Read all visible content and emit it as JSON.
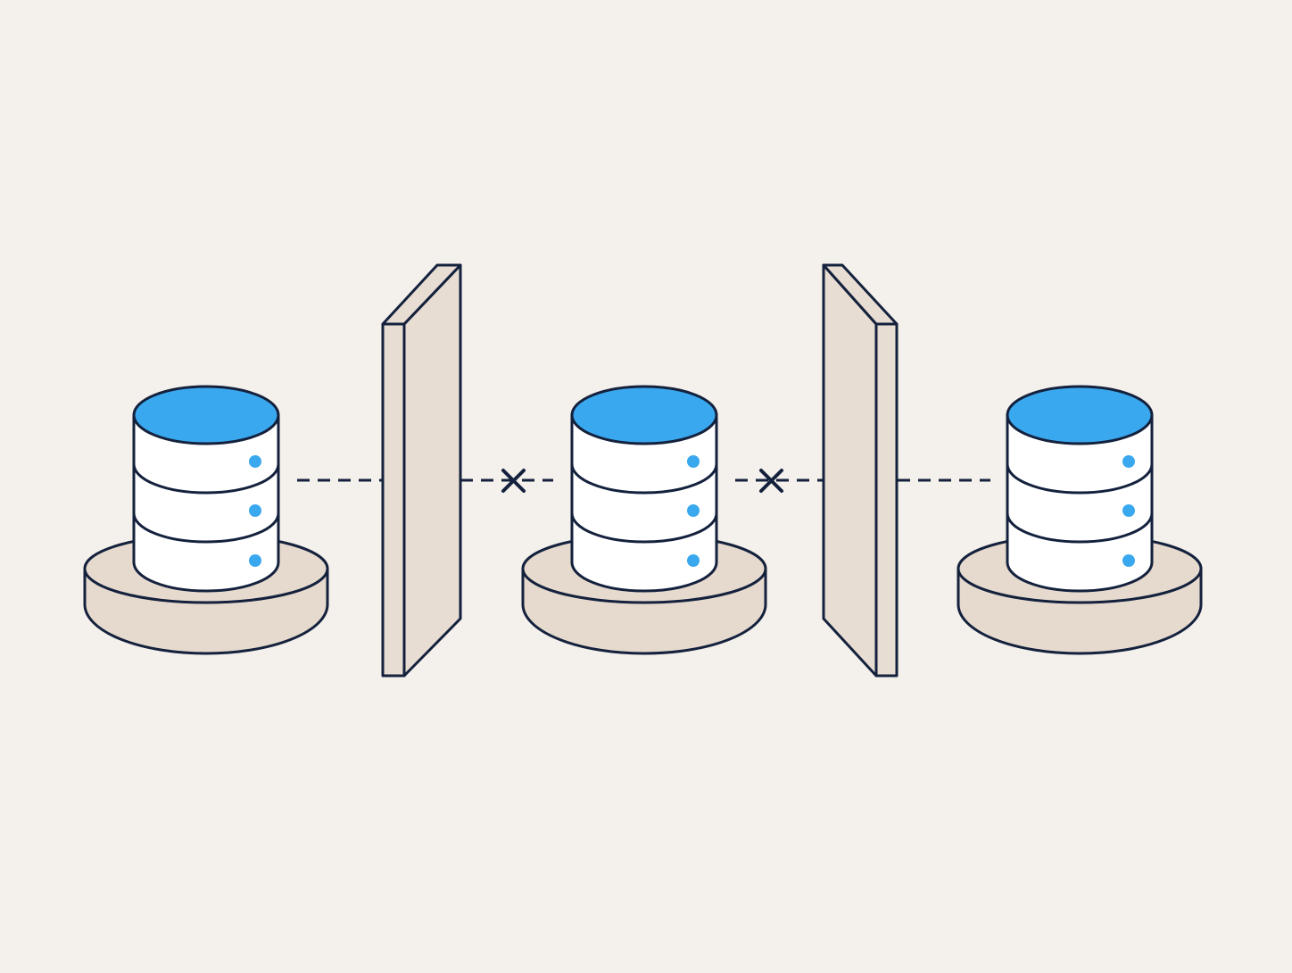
{
  "colors": {
    "background": "#f4f0eb",
    "outline": "#14213d",
    "disk_top": "#3aa8ee",
    "disk_body": "#ffffff",
    "indicator": "#3aa8ee",
    "pedestal": "#e6dace",
    "wall": "#e8ddd2"
  },
  "nodes": [
    {
      "id": "database-1",
      "icon": "database-icon",
      "indicators": 3
    },
    {
      "id": "database-2",
      "icon": "database-icon",
      "indicators": 3
    },
    {
      "id": "database-3",
      "icon": "database-icon",
      "indicators": 3
    }
  ],
  "barriers": [
    {
      "id": "firewall-1",
      "icon": "wall-icon"
    },
    {
      "id": "firewall-2",
      "icon": "wall-icon"
    }
  ],
  "links": [
    {
      "from": "database-1",
      "to": "firewall-1",
      "style": "dashed",
      "blocked": false
    },
    {
      "from": "firewall-1",
      "to": "database-2",
      "style": "dashed",
      "blocked": true
    },
    {
      "from": "database-2",
      "to": "firewall-2",
      "style": "dashed",
      "blocked": true
    },
    {
      "from": "firewall-2",
      "to": "database-3",
      "style": "dashed",
      "blocked": false
    }
  ]
}
